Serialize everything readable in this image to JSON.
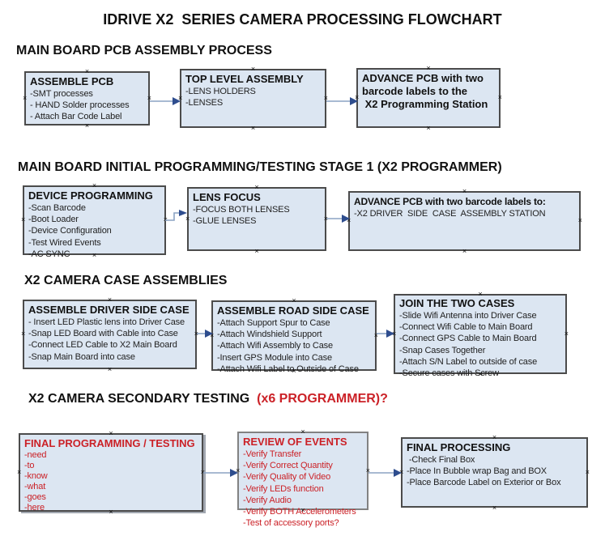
{
  "title": "IDRIVE X2  SERIES CAMERA PROCESSING FLOWCHART",
  "colors": {
    "box_fill": "#dce6f2",
    "box_border": "#4b4b4b",
    "box_border_soft": "#828282",
    "red_text": "#cb2127",
    "arrow_line": "#8ca3c4",
    "arrow_head": "#2e4d8e"
  },
  "sections": {
    "s1": {
      "heading": "MAIN BOARD PCB ASSEMBLY PROCESS"
    },
    "s2": {
      "heading": "MAIN BOARD INITIAL PROGRAMMING/TESTING STAGE 1 (X2 PROGRAMMER)"
    },
    "s3": {
      "heading": "X2 CAMERA CASE ASSEMBLIES"
    },
    "s4": {
      "heading": "X2 CAMERA SECONDARY TESTING",
      "heading_red": "  (x6 PROGRAMMER)?"
    }
  },
  "boxes": {
    "assemble_pcb": {
      "title": "ASSEMBLE PCB",
      "items": [
        "-SMT processes",
        "- HAND Solder processes",
        "- Attach Bar Code Label"
      ]
    },
    "top_level_assembly": {
      "title": "TOP LEVEL ASSEMBLY",
      "items": [
        "-LENS HOLDERS",
        "-LENSES"
      ]
    },
    "advance_to_programming": {
      "title": "ADVANCE PCB with two\nbarcode labels to the\n X2 Programming Station",
      "items": []
    },
    "device_programming": {
      "title": "DEVICE PROGRAMMING",
      "items": [
        "-Scan Barcode",
        "-Boot Loader",
        "-Device Configuration",
        "-Test Wired Events",
        "-AC SYNC"
      ]
    },
    "lens_focus": {
      "title": "LENS FOCUS",
      "items": [
        "-FOCUS BOTH LENSES",
        "-GLUE LENSES"
      ]
    },
    "advance_to_case_assembly": {
      "title": "ADVANCE PCB with two barcode labels to:",
      "items": [
        "-X2 DRIVER  SIDE  CASE  ASSEMBLY STATION"
      ]
    },
    "assemble_driver_side_case": {
      "title": "ASSEMBLE DRIVER SIDE CASE",
      "items": [
        "- Insert LED Plastic lens into Driver Case",
        "-Snap LED Board with Cable into Case",
        "-Connect LED Cable to X2 Main Board",
        "-Snap Main Board into case"
      ]
    },
    "assemble_road_side_case": {
      "title": "ASSEMBLE ROAD SIDE CASE",
      "items": [
        "-Attach Support Spur to Case",
        "-Attach Windshield Support",
        "-Attach Wifi Assembly to Case",
        "-Insert GPS Module into Case",
        "-Attach Wifi Label to Outside of Case"
      ]
    },
    "join_two_cases": {
      "title": "JOIN THE TWO CASES",
      "items": [
        "-Slide Wifi Antenna into Driver Case",
        "-Connect Wifi Cable to Main Board",
        "-Connect GPS Cable to Main Board",
        "-Snap Cases Together",
        "-Attach S/N Label to outside of case",
        "-Secure cases with Screw"
      ]
    },
    "final_programming_testing": {
      "title": "FINAL PROGRAMMING / TESTING",
      "items": [
        "-need",
        "-to",
        "-know",
        "-what",
        "-goes",
        "-here"
      ]
    },
    "review_of_events": {
      "title": "REVIEW OF EVENTS",
      "items": [
        "-Verify Transfer",
        "-Verify Correct Quantity",
        "-Verify Quality of Video",
        "-Verify LEDs function",
        "-Verify Audio",
        "-Verify BOTH Accelerometers",
        "-Test of accessory ports?"
      ]
    },
    "final_processing": {
      "title": "FINAL PROCESSING",
      "items": [
        " -Check Final Box",
        "-Place In Bubble wrap Bag and BOX",
        "-Place Barcode Label on Exterior or Box"
      ]
    }
  }
}
